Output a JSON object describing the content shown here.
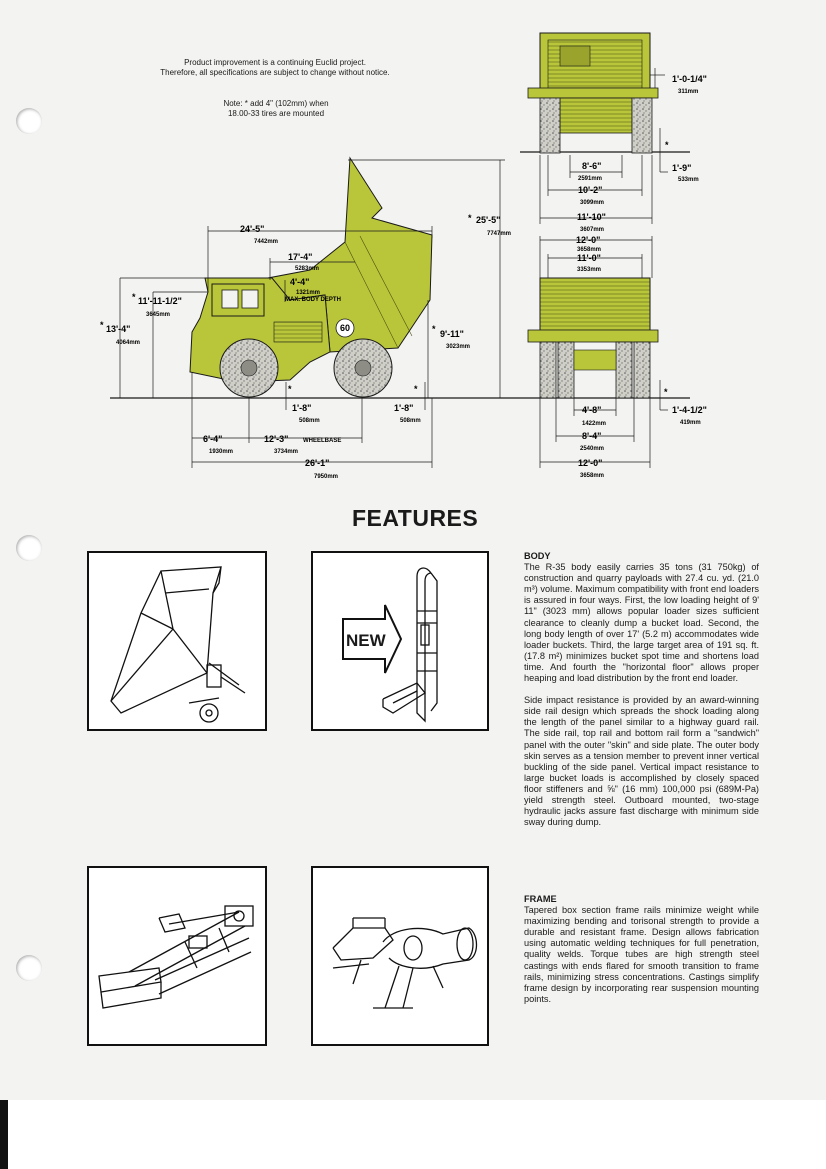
{
  "notes": {
    "disclaimer_line1": "Product improvement is a continuing Euclid project.",
    "disclaimer_line2": "Therefore, all specifications are subject to change without notice.",
    "tire_note_line1": "Note: * add 4\" (102mm) when",
    "tire_note_line2": "18.00-33 tires are mounted"
  },
  "side_dimensions": {
    "overall_length_dumped": {
      "ft": "24'-5\"",
      "mm": "7442mm"
    },
    "length_17": {
      "ft": "17'-4\"",
      "mm": "5283mm"
    },
    "body_depth": {
      "ft": "4'-4\"",
      "mm": "1321mm",
      "label": "MAX. BODY DEPTH"
    },
    "dump_height": {
      "ft": "25'-5\"",
      "mm": "7747mm"
    },
    "canopy_height": {
      "ft": "11'-11-1/2\"",
      "mm": "3645mm"
    },
    "overall_height": {
      "ft": "13'-4\"",
      "mm": "4064mm"
    },
    "loading_height": {
      "ft": "9'-11\"",
      "mm": "3023mm"
    },
    "front_clearance": {
      "ft": "1'-8\"",
      "mm": "508mm"
    },
    "rear_clearance": {
      "ft": "1'-8\"",
      "mm": "508mm"
    },
    "front_overhang": {
      "ft": "6'-4\"",
      "mm": "1930mm"
    },
    "wheelbase": {
      "ft": "12'-3\"",
      "mm": "3734mm",
      "label": "WHEELBASE"
    },
    "overall_length": {
      "ft": "26'-1\"",
      "mm": "7950mm"
    },
    "body_number": "60"
  },
  "front_dimensions": {
    "top_offset": {
      "ft": "1'-0-1/4\"",
      "mm": "311mm"
    },
    "ground_clearance": {
      "ft": "1'-9\"",
      "mm": "533mm"
    },
    "tread_front": {
      "ft": "8'-6\"",
      "mm": "2591mm"
    },
    "width_10": {
      "ft": "10'-2\"",
      "mm": "3099mm"
    },
    "width_11": {
      "ft": "11'-10\"",
      "mm": "3607mm"
    }
  },
  "rear_dimensions": {
    "body_width": {
      "ft": "12'-0\"",
      "mm": "3658mm"
    },
    "inner_width": {
      "ft": "11'-0\"",
      "mm": "3353mm"
    },
    "dual_spacing": {
      "ft": "4'-8\"",
      "mm": "1422mm"
    },
    "tread_rear": {
      "ft": "8'-4\"",
      "mm": "2540mm"
    },
    "overall_width": {
      "ft": "12'-0\"",
      "mm": "3658mm"
    },
    "clearance": {
      "ft": "1'-4-1/2\"",
      "mm": "419mm"
    }
  },
  "asterisk": "*",
  "features": {
    "title": "FEATURES",
    "new_badge": "NEW",
    "body_heading": "BODY",
    "body_p1": "The R-35 body easily carries 35 tons (31 750kg) of construction and quarry payloads with 27.4 cu. yd. (21.0 m³) volume. Maximum compatibility with front end loaders is assured in four ways. First, the low loading height of 9' 11\" (3023 mm) allows popular loader sizes sufficient clearance to cleanly dump a bucket load. Second, the long body length of over 17' (5.2 m) accommodates wide loader buckets. Third, the large target area of 191 sq. ft. (17.8 m²) minimizes bucket spot time and shortens load time. And fourth the \"horizontal floor\" allows proper heaping and load distribution by the front end loader.",
    "body_p2": "Side impact resistance is provided by an award-winning side rail design which spreads the shock loading along the length of the panel similar to a highway guard rail. The side rail, top rail and bottom rail form a \"sandwich\" panel with the outer \"skin\" and side plate. The outer body skin serves as a tension member to prevent inner vertical buckling of the side panel. Vertical impact resistance to large bucket loads is accomplished by closely spaced floor stiffeners and ⅝\" (16 mm) 100,000 psi (689M-Pa) yield strength steel. Outboard mounted, two-stage hydraulic jacks assure fast discharge with minimum side sway during dump.",
    "frame_heading": "FRAME",
    "frame_p1": "Tapered box section frame rails minimize weight while maximizing bending and torisonal strength to provide a durable and resistant frame. Design allows fabrication using automatic welding techniques for full penetration, quality welds. Torque tubes are high strength steel castings with ends flared for smooth transition to frame rails, minimizing stress concentrations. Castings simplify frame design by incorporating rear suspension mounting points."
  },
  "colors": {
    "truck_fill": "#b9c63a",
    "tire_fill": "#c9c9c2",
    "line": "#1a1a1a",
    "paper": "#f3f3f1"
  },
  "icons": [
    "dump-truck-side-icon",
    "truck-front-icon",
    "truck-rear-icon",
    "dump-body-icon",
    "side-rail-icon",
    "frame-icon",
    "torque-tube-icon",
    "new-arrow-icon",
    "binder-hole-icon"
  ]
}
